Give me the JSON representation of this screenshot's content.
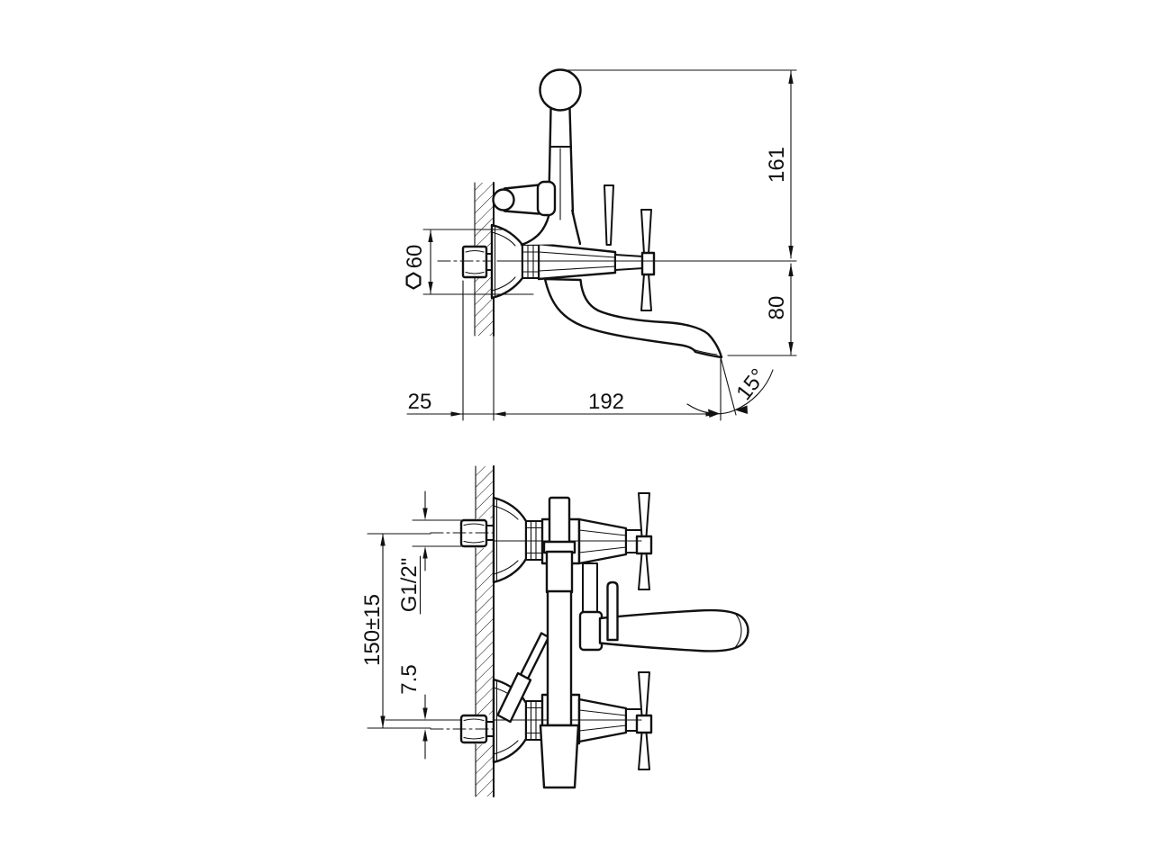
{
  "drawing": {
    "background_color": "#ffffff",
    "line_color": "#111111",
    "side_view": {
      "dim_height_above_axis": "161",
      "dim_spout_drop": "80",
      "dim_escutcheon_size": "60",
      "dim_escutcheon_symbol": "hexagon",
      "dim_wall_depth": "25",
      "dim_spout_reach": "192",
      "dim_outlet_angle": "15°"
    },
    "plan_view": {
      "dim_connection_thread": "G1/2\"",
      "dim_eccentric_offset": "7.5",
      "dim_inlet_centres": "150±15"
    }
  }
}
